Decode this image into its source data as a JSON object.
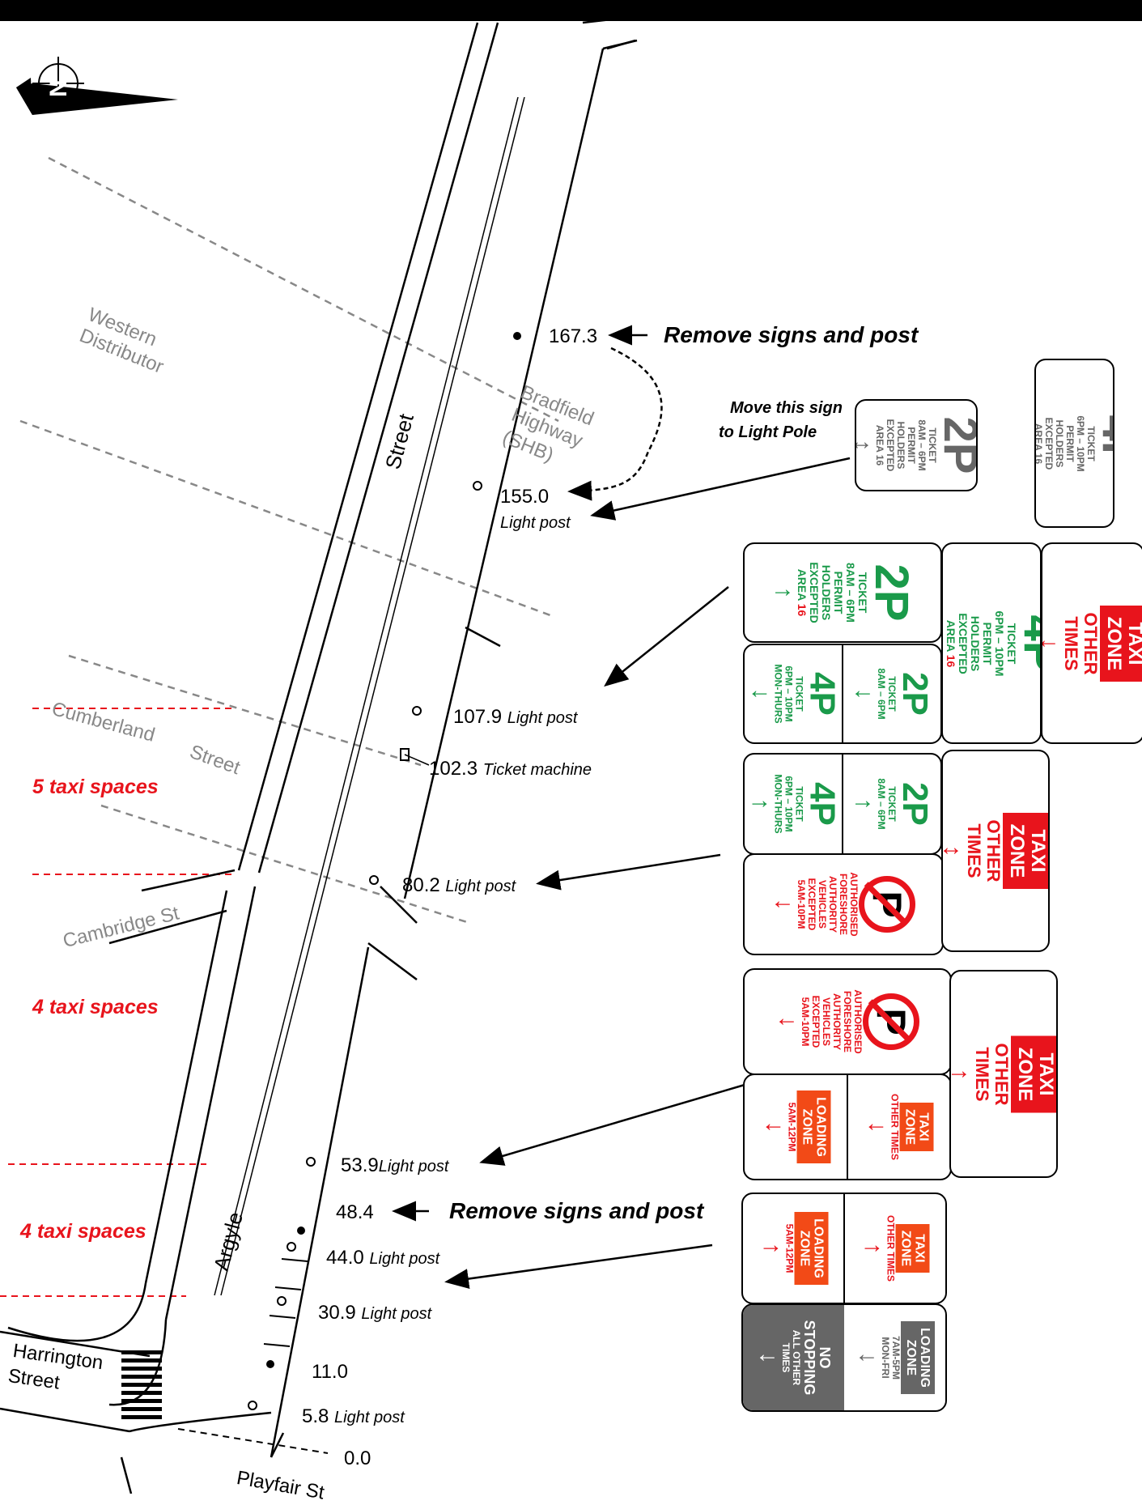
{
  "streets": {
    "western_distributor": "Western\nDistributor",
    "bradfield": "Bradfield\nHighway\n(SHB)",
    "street_top": "Street",
    "cumberland": "Cumberland",
    "cumberland_street": "Street",
    "cambridge": "Cambridge St",
    "argyle": "Argyle",
    "harrington": "Harrington",
    "harrington_street": "Street",
    "playfair": "Playfair St"
  },
  "taxi_spaces": {
    "a": "5 taxi spaces",
    "b": "4 taxi spaces",
    "c": "4 taxi spaces"
  },
  "chainages": {
    "c167": "167.3",
    "c155": "155.0",
    "c155_note": "Light post",
    "c107": "107.9",
    "c107_note": "Light post",
    "c102": "102.3",
    "c102_note": "Ticket machine",
    "c80": "80.2",
    "c80_note": "Light post",
    "c53": "53.9",
    "c53_note": "Light post",
    "c48": "48.4",
    "c44": "44.0",
    "c44_note": "Light post",
    "c30": "30.9",
    "c30_note": "Light post",
    "c11": "11.0",
    "c5": "5.8",
    "c5_note": "Light post",
    "c0": "0.0"
  },
  "actions": {
    "remove_top": "Remove signs and post",
    "remove_bottom": "Remove signs and post",
    "move_line1": "Move this sign",
    "move_line2": "to Light Pole"
  },
  "signs": {
    "p4": "4P",
    "p2": "2P",
    "ticket": "TICKET",
    "time_6_10": "6PM – 10PM",
    "time_8_6": "8AM – 6PM",
    "permit": "PERMIT",
    "holders": "HOLDERS",
    "excepted": "EXCEPTED",
    "area_word": "AREA",
    "area_num": "16",
    "area16": "AREA 16",
    "mon_thurs": "MON-THURS",
    "taxi": "TAXI",
    "zone": "ZONE",
    "other_times": "OTHER TIMES",
    "other": "OTHER",
    "times": "TIMES",
    "authorised": "AUTHORISED",
    "foreshore": "FORESHORE",
    "authority": "AUTHORITY",
    "vehicles": "VEHICLES",
    "excepted2": "EXCEPTED",
    "time_5_10": "5AM-10PM",
    "loading": "LOADING",
    "loading_zone_time": "5AM-12PM",
    "no_stopping1": "NO",
    "no_stopping2": "STOPPING",
    "all_other": "ALL OTHER",
    "times_small": "TIMES",
    "lz_time": "7AM-5PM",
    "lz_days": "MON-FRI",
    "north": "N"
  },
  "colors": {
    "green": "#1a9a4a",
    "red": "#e8141c",
    "orange": "#f24a17",
    "grey": "#666666",
    "street_grey": "#888888"
  }
}
